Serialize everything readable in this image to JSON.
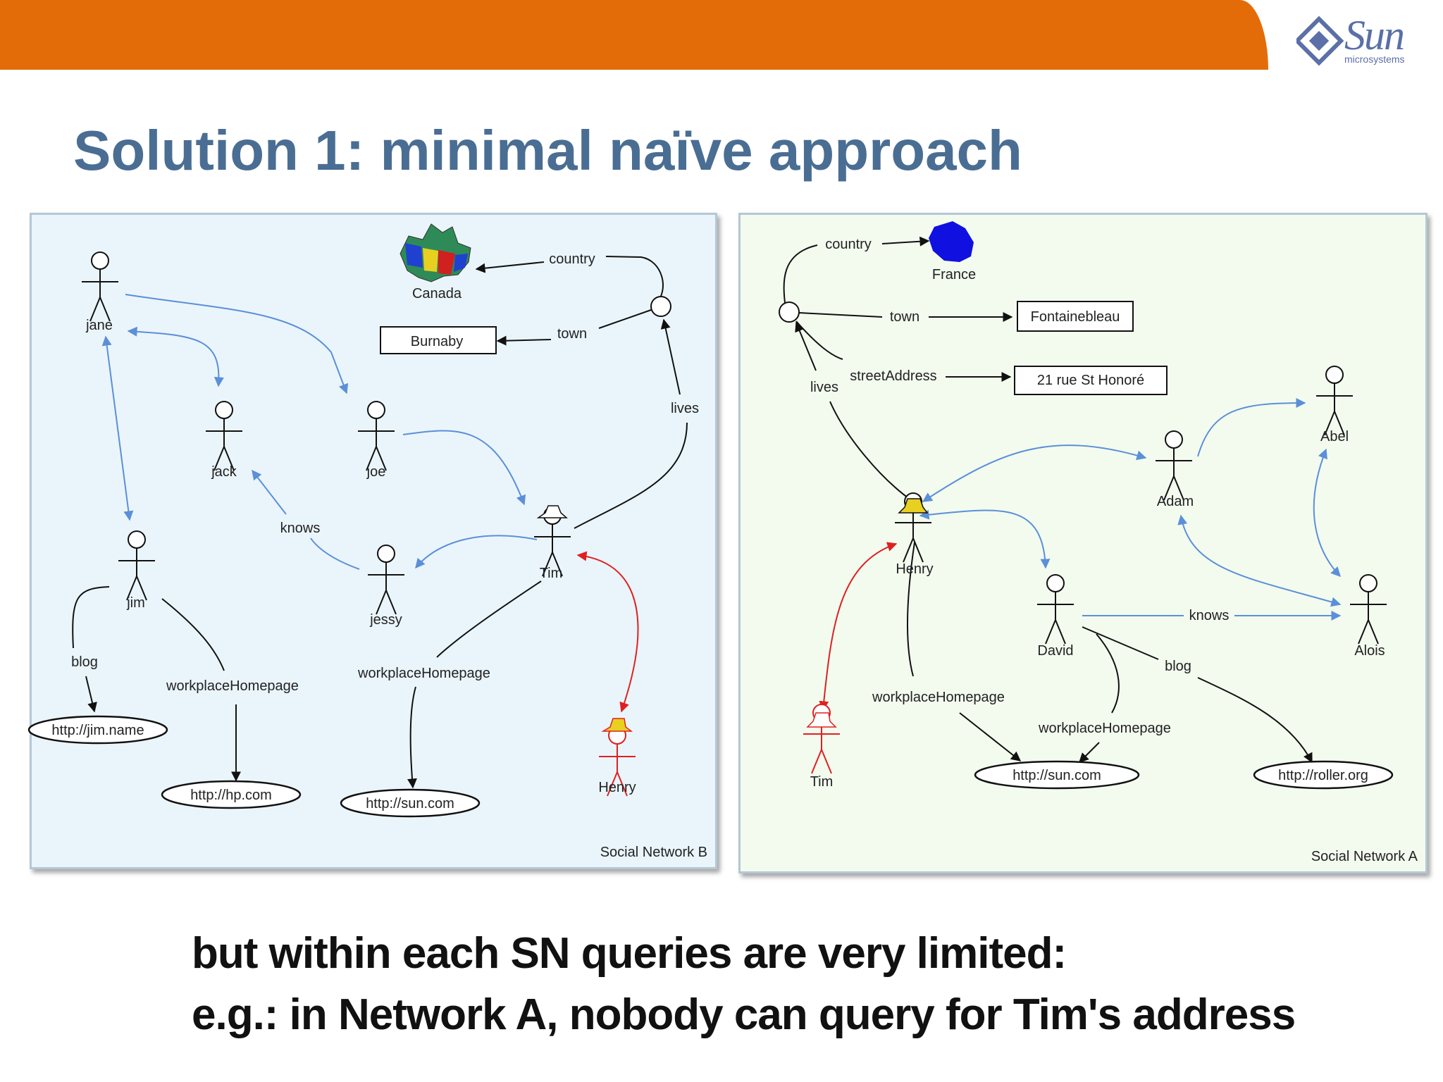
{
  "header": {
    "logo": "Sun",
    "logo_sub": "microsystems",
    "accent": "#e36c09",
    "title": "Solution 1: minimal naïve approach"
  },
  "network_b": {
    "label": "Social Network  B",
    "people": [
      "jane",
      "jack",
      "joe",
      "jim",
      "jessy",
      "Tim",
      "Henry"
    ],
    "places": [
      "Canada",
      "Burnaby"
    ],
    "urls": [
      "http://jim.name",
      "http://hp.com",
      "http://sun.com"
    ],
    "edges": [
      "country",
      "town",
      "lives",
      "knows",
      "blog",
      "workplaceHomepage",
      "workplaceHomepage"
    ]
  },
  "network_a": {
    "label": "Social Network A",
    "people": [
      "Henry",
      "Abel",
      "Adam",
      "David",
      "Alois",
      "Tim"
    ],
    "places": [
      "France",
      "Fontainebleau",
      "21 rue St Honoré"
    ],
    "urls": [
      "http://sun.com",
      "http://roller.org"
    ],
    "edges": [
      "country",
      "town",
      "streetAddress",
      "lives",
      "knows",
      "blog",
      "workplaceHomepage",
      "workplaceHomepage"
    ]
  },
  "caption": {
    "line1": "but within each SN queries are very limited:",
    "line2": "e.g.: in Network A, nobody can query for Tim's address"
  },
  "colors": {
    "knows": "#5b8fd9",
    "same_as": "#e02020",
    "panel_b": "#eaf5fb",
    "panel_a": "#f3fbef"
  }
}
